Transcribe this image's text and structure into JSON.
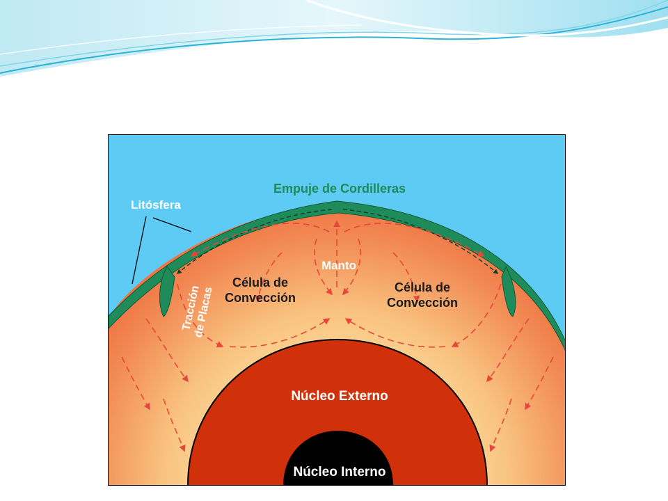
{
  "diagram": {
    "labels": {
      "empuje": "Empuje de Cordilleras",
      "litosfera": "Litósfera",
      "manto": "Manto",
      "celula_left_line1": "Célula de",
      "celula_left_line2": "Convección",
      "celula_right_line1": "Célula de",
      "celula_right_line2": "Convección",
      "traccion_line1": "Tracción",
      "traccion_line2": "de Placas",
      "nucleo_externo": "Núcleo Externo",
      "nucleo_interno": "Núcleo Interno"
    },
    "colors": {
      "sky": "#5ecbf5",
      "lithosphere": "#1f8b5a",
      "mantle_outer": "#f07a4a",
      "mantle_inner": "#fad08a",
      "outer_core": "#d0300a",
      "inner_core": "#000000",
      "arrow": "#e8463a",
      "label_green": "#1f8b5a",
      "label_white": "#ffffff",
      "label_black": "#1a1a1a",
      "banner_light": "#bfe9f3",
      "banner_mid": "#7fd6ea",
      "banner_line": "#2bb3d6"
    }
  }
}
